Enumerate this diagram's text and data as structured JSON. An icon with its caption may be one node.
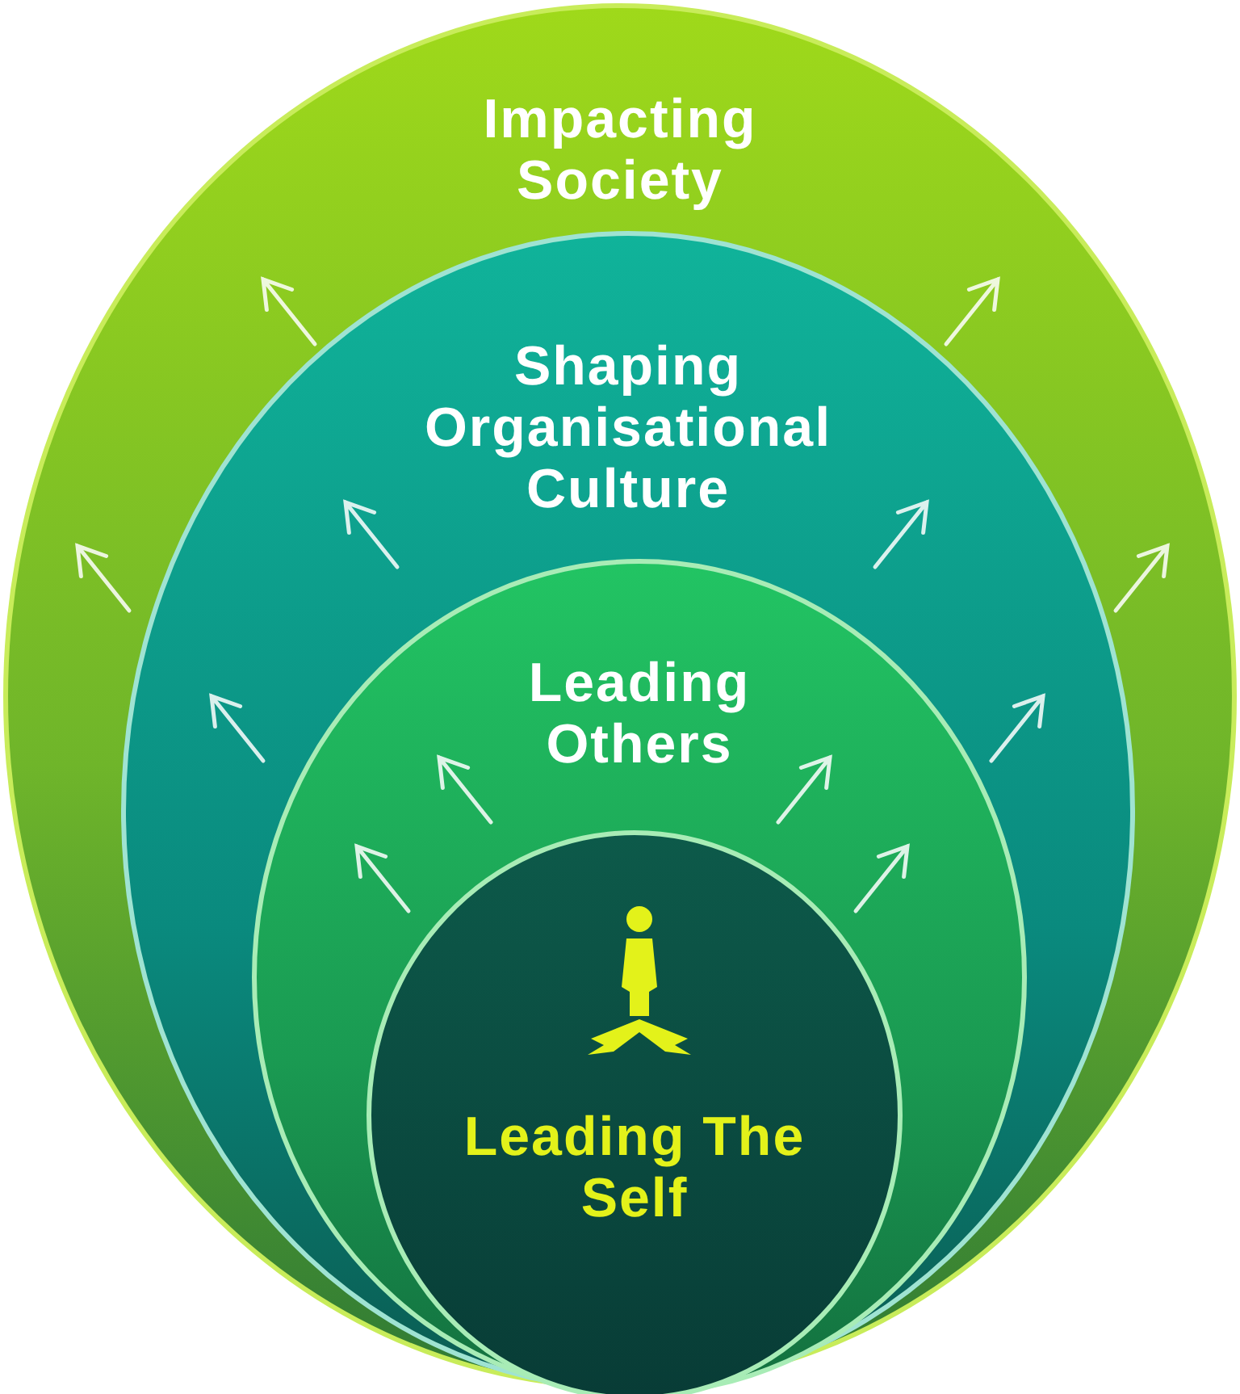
{
  "diagram": {
    "nodes": [
      {
        "text": [
          "Impacting Society"
        ]
      },
      {
        "text": [
          "Shaping Organisational Culture"
        ],
        "in": 0
      },
      {
        "text": [
          "Leading Others"
        ],
        "in": 1
      },
      {
        "text": [
          "Leading The Self"
        ],
        "in": 2
      }
    ]
  }
}
